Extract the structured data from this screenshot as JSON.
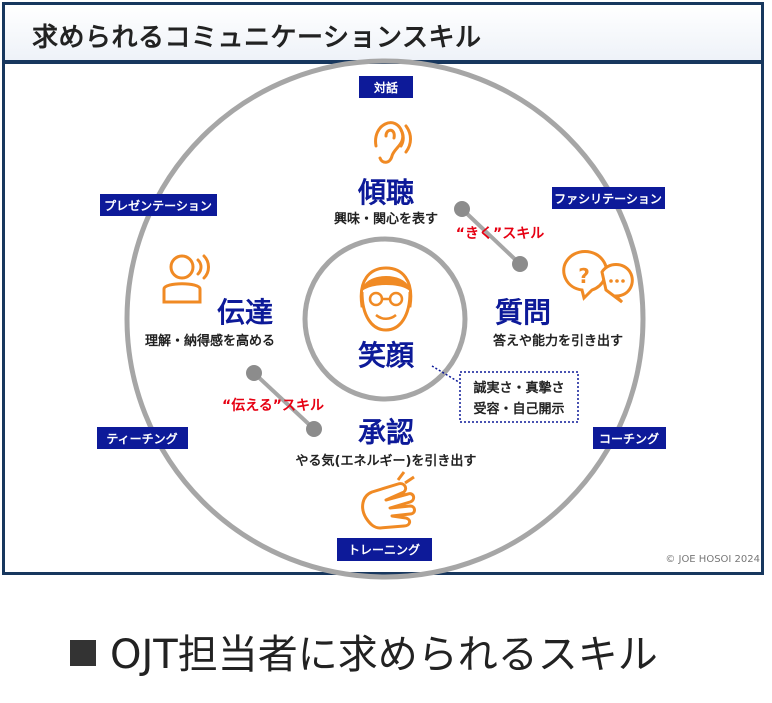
{
  "title": "求められるコミュニケーションスキル",
  "caption": "OJT担当者に求められるスキル",
  "copyright": "© JOE HOSOI 2024",
  "colors": {
    "navy": "#0d1a99",
    "orange": "#f08a24",
    "red": "#e60012",
    "gray": "#a6a6a6",
    "frame": "#17375e"
  },
  "tags": {
    "dialogue": "対話",
    "facilitation": "ファシリテーション",
    "coaching": "コーチング",
    "training": "トレーニング",
    "teaching": "ティーチング",
    "presentation": "プレゼンテーション"
  },
  "skills": {
    "listening": {
      "title": "傾聴",
      "desc": "興味・関心を表す",
      "icon": "ear-icon"
    },
    "questioning": {
      "title": "質問",
      "desc": "答えや能力を引き出す",
      "icon": "question-bubbles-icon"
    },
    "acknowledging": {
      "title": "承認",
      "desc": "やる気(エネルギー)を引き出す",
      "icon": "clapping-hands-icon"
    },
    "conveying": {
      "title": "伝達",
      "desc": "理解・納得感を高める",
      "icon": "speaking-person-icon"
    }
  },
  "center": {
    "title": "笑顔",
    "icon": "smiling-face-icon",
    "note_line1": "誠実さ・真摯さ",
    "note_line2": "受容・自己開示"
  },
  "connectors": {
    "ask": "“きく”スキル",
    "tell": "“伝える”スキル"
  }
}
